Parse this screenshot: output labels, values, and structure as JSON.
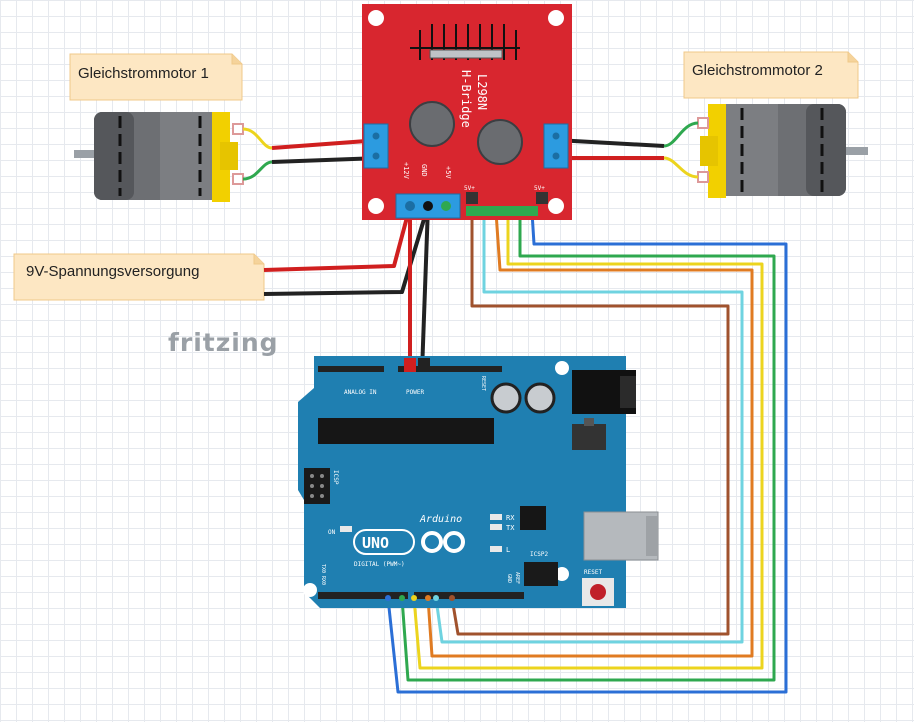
{
  "labels": {
    "motor1": "Gleichstrommotor 1",
    "motor2": "Gleichstrommotor 2",
    "power_supply": "9V-Spannungsversorgung",
    "brand": "fritzing"
  },
  "driver": {
    "chip": "L298N",
    "type": "H-Bridge",
    "pin_12v": "+12V",
    "pin_gnd": "GND",
    "pin_5v": "+5V",
    "header_left": "5V+",
    "header_right": "5V+"
  },
  "arduino": {
    "brand": "Arduino",
    "model": "UNO",
    "analog_in": "ANALOG IN",
    "power": "POWER",
    "reset": "RESET",
    "icsp": "ICSP",
    "icsp2": "ICSP2",
    "on": "ON",
    "rx": "RX",
    "tx": "TX",
    "l": "L",
    "digital": "DIGITAL (PWM~)",
    "aref": "AREF",
    "gnd": "GND",
    "txrx": "TX0 RX0"
  },
  "colors": {
    "board_red": "#d8262f",
    "arduino_blue": "#1f7fb1",
    "wire_red": "#d01f1f",
    "wire_black": "#222222",
    "wire_brown": "#a0522d",
    "wire_cyan": "#6fd3e0",
    "wire_orange": "#e07b22",
    "wire_yellow": "#ecd41e",
    "wire_green": "#2fa84f",
    "wire_blue": "#2b6fd6",
    "note_fill": "#fde7c3"
  }
}
